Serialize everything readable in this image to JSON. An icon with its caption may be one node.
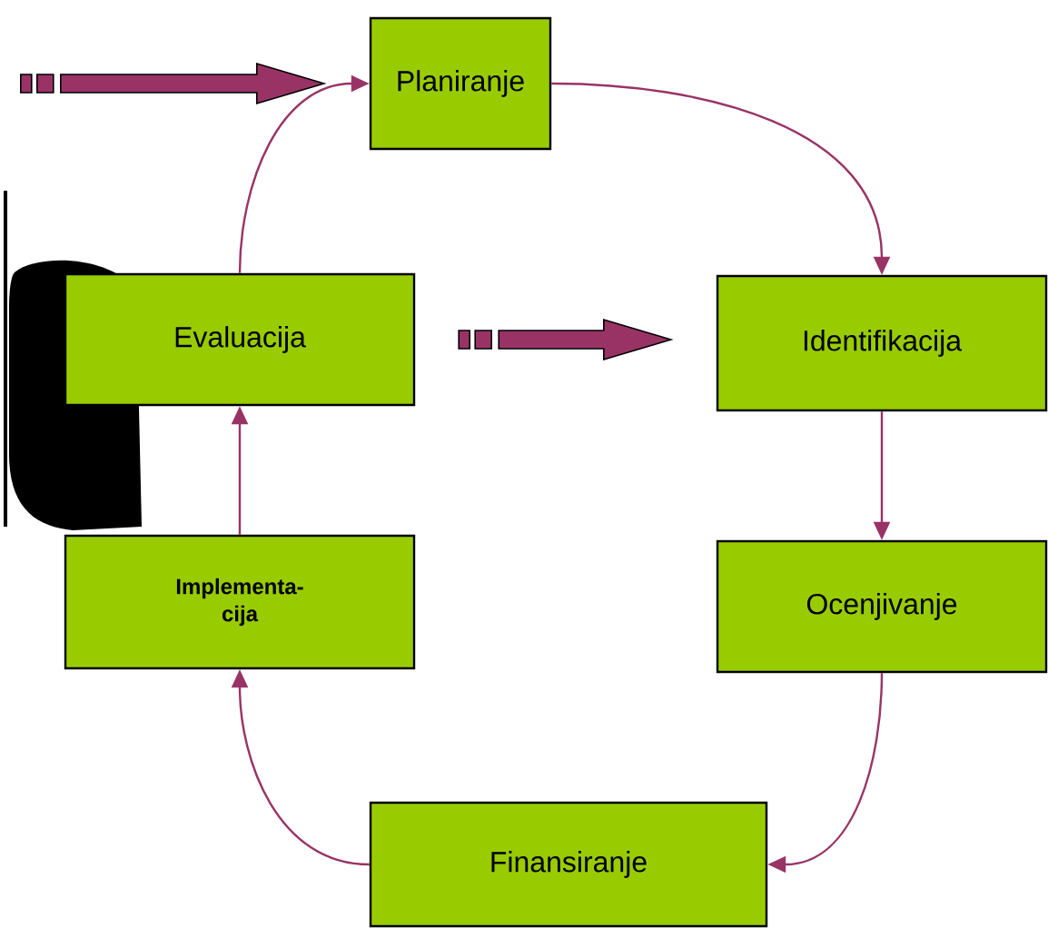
{
  "diagram": {
    "nodes": [
      {
        "text": [
          "Planiranje"
        ]
      },
      {
        "text": [
          "Identifikacija"
        ]
      },
      {
        "text": [
          "Ocenjivanje"
        ]
      },
      {
        "text": [
          "Finansiranje"
        ]
      },
      {
        "text": [
          "Implementa- cija"
        ]
      },
      {
        "text": [
          "Evaluacija"
        ]
      }
    ],
    "edges": [
      {
        "from": null,
        "to": 0,
        "arrow": "to",
        "style": "thick"
      },
      {
        "from": 0,
        "to": 1,
        "arrow": "to"
      },
      {
        "from": 1,
        "to": 2,
        "arrow": "to"
      },
      {
        "from": 2,
        "to": 3,
        "arrow": "to"
      },
      {
        "from": 3,
        "to": 4,
        "arrow": "to"
      },
      {
        "from": 4,
        "to": 5,
        "arrow": "to"
      },
      {
        "from": 5,
        "to": 0,
        "arrow": "to"
      },
      {
        "from": 5,
        "to": 1,
        "arrow": "to",
        "style": "thick"
      }
    ]
  }
}
